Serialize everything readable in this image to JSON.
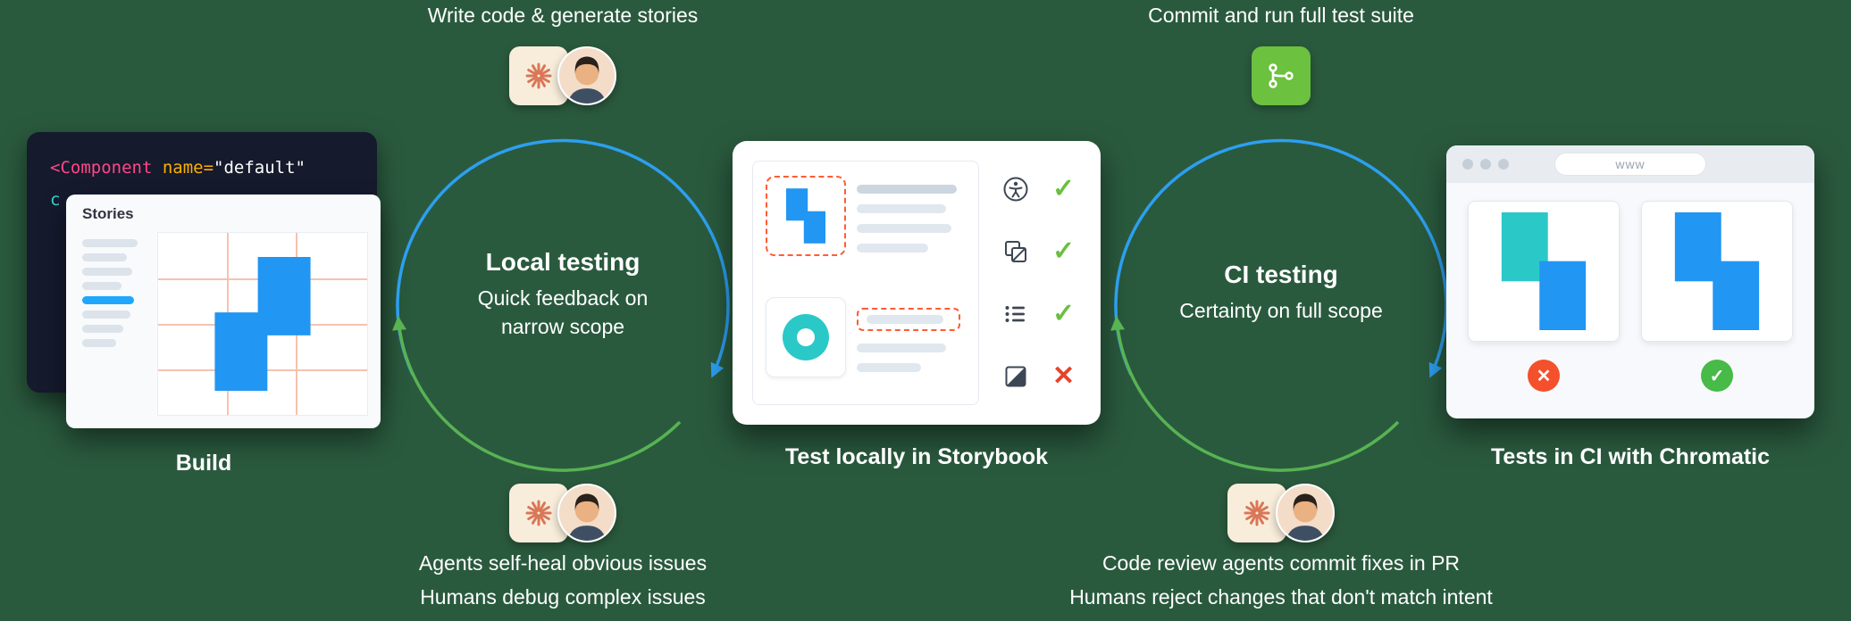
{
  "colors": {
    "bg": "#2a5a3e",
    "arc-blue": "#2d9ff0",
    "arc-green": "#58b353",
    "shape-blue": "#2196f3",
    "shape-teal": "#2bc8c8",
    "storybook-blue": "#1ea7fd",
    "check-green": "#6abf40",
    "cross-red": "#e8432a",
    "badge-fail": "#f4502c",
    "badge-pass": "#47ba47",
    "dashed-orange": "#ff5c35",
    "starburst-orange": "#d97757",
    "git-green": "#6cc13f",
    "code-pink": "#ff4785",
    "code-orange": "#ffae00",
    "code-teal": "#37d5d3"
  },
  "build": {
    "label": "Build",
    "code": {
      "tag": "<Component",
      "attr": " name=",
      "value": "\"default\"",
      "line2": "c"
    },
    "stories_title": "Stories"
  },
  "local_cycle": {
    "top_label": "Write code & generate stories",
    "title": "Local testing",
    "subtitle": "Quick feedback on narrow scope",
    "bottom_line1": "Agents self-heal obvious issues",
    "bottom_line2": "Humans debug complex issues"
  },
  "storybook": {
    "label": "Test locally in Storybook",
    "checks": [
      {
        "icon": "accessibility",
        "result": "pass",
        "glyph": "✓"
      },
      {
        "icon": "interactions",
        "result": "pass",
        "glyph": "✓"
      },
      {
        "icon": "stories",
        "result": "pass",
        "glyph": "✓"
      },
      {
        "icon": "visual-tests",
        "result": "fail",
        "glyph": "✕"
      }
    ]
  },
  "ci_cycle": {
    "top_label": "Commit and run full test suite",
    "title": "CI testing",
    "subtitle": "Certainty on full scope",
    "bottom_line1": "Code review agents commit fixes in PR",
    "bottom_line2": "Humans reject changes that don't match intent"
  },
  "chromatic": {
    "label": "Tests in CI with Chromatic",
    "url": "www",
    "badges": [
      {
        "result": "fail",
        "glyph": "✕"
      },
      {
        "result": "pass",
        "glyph": "✓"
      }
    ]
  }
}
